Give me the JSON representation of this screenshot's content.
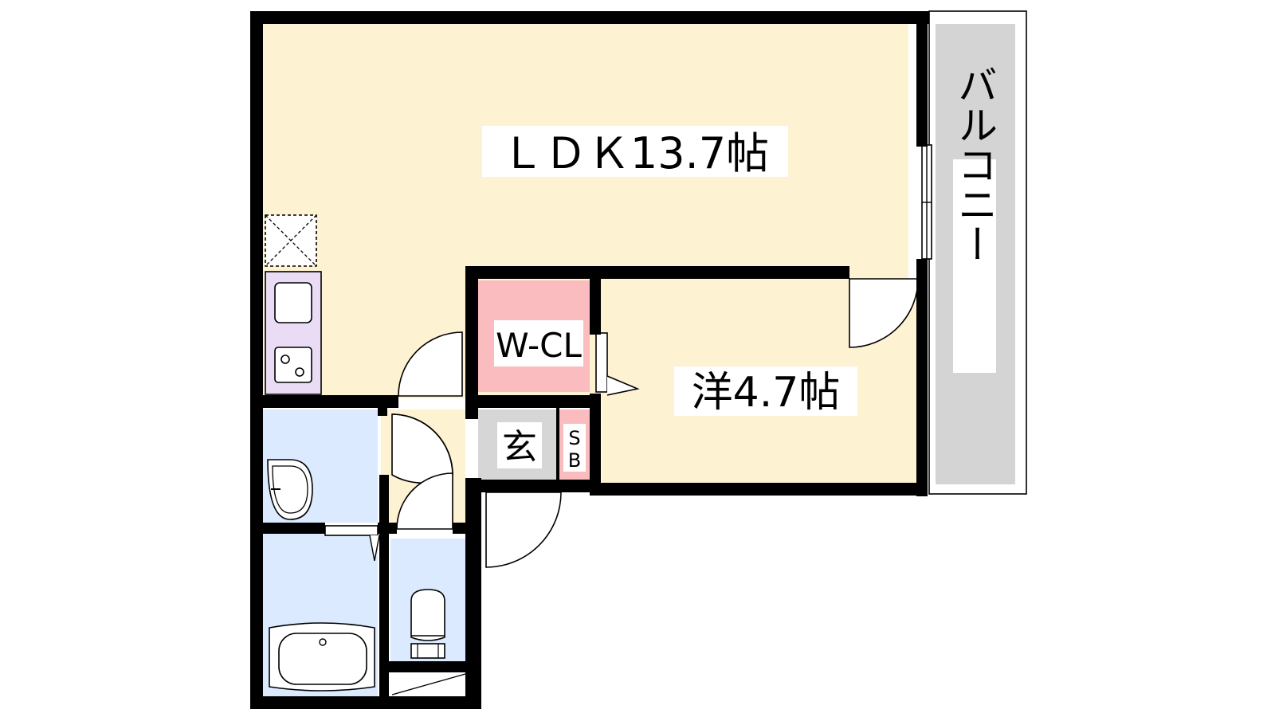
{
  "floor_plan": {
    "rooms": {
      "ldk": {
        "label": "ＬＤＫ13.7帖"
      },
      "western": {
        "label": "洋4.7帖"
      },
      "walk_in_closet": {
        "label": "W-CL"
      },
      "entrance": {
        "label": "玄"
      },
      "shoe_box": {
        "label_top": "S",
        "label_bottom": "B"
      },
      "balcony": {
        "label": "バルコニー"
      }
    },
    "colors": {
      "ldk_floor": "#fdf2d1",
      "western_floor": "#fdf2d1",
      "closet_floor": "#fbbcbf",
      "shoe_box_floor": "#fbbcbf",
      "entrance_floor": "#d6d6d6",
      "wet_area_floor": "#dbeaff",
      "balcony_floor": "#d4d4d4",
      "kitchen_counter": "#e9dcf4",
      "wall": "#000000"
    },
    "icons": [
      "refrigerator-space-icon",
      "sink-icon",
      "stove-icon",
      "washbasin-icon",
      "bathtub-icon",
      "toilet-icon"
    ]
  }
}
